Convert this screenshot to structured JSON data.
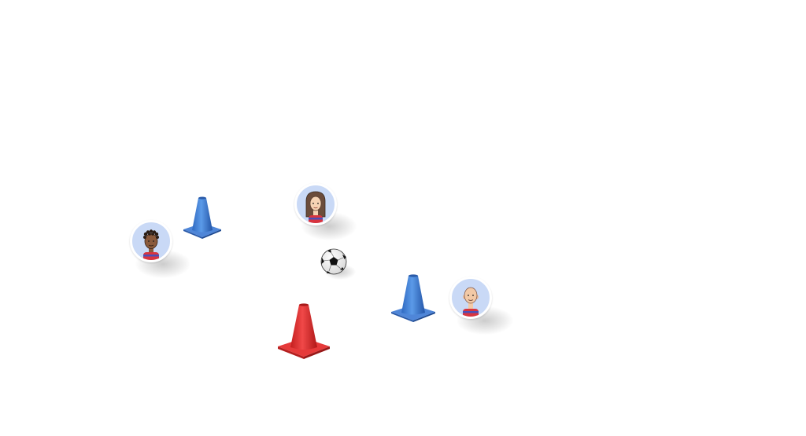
{
  "field": {
    "background": "#ffffff",
    "players": [
      {
        "name": "player-braided-hair",
        "skin": "#8a5a3c",
        "hair": "#2b1d14",
        "shirt": "#d8343f",
        "stripe": "#4a4fb8"
      },
      {
        "name": "player-long-hair",
        "skin": "#f6d3b4",
        "hair": "#6b4c3b",
        "shirt": "#d8343f",
        "stripe": "#4a4fb8"
      },
      {
        "name": "player-bald",
        "skin": "#f2c9a6",
        "hair": "#f2c9a6",
        "shirt": "#d8343f",
        "stripe": "#4a4fb8"
      }
    ],
    "cones": [
      {
        "name": "blue-cone",
        "color": "#3d7fd6"
      },
      {
        "name": "blue-cone",
        "color": "#3d7fd6"
      },
      {
        "name": "red-cone",
        "color": "#e22f2f"
      }
    ],
    "ball": {
      "name": "soccer-ball-icon",
      "colors": [
        "#ffffff",
        "#111111"
      ]
    },
    "avatar_background": "#c9d9f6"
  }
}
